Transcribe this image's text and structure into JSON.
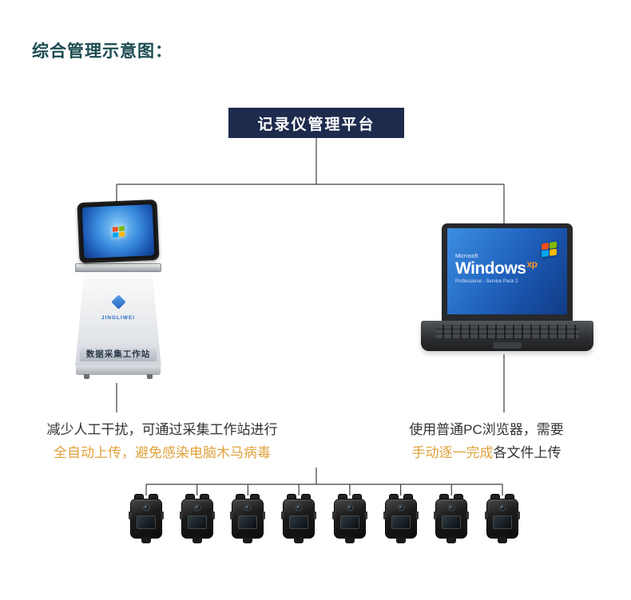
{
  "page": {
    "title": "综合管理示意图："
  },
  "platform": {
    "label": "记录仪管理平台"
  },
  "kiosk": {
    "brand": "JINGLIWEI",
    "label": "数据采集工作站"
  },
  "laptop": {
    "brand": "Microsoft",
    "os_name": "Windows",
    "os_version": "xp",
    "edition": "Professional - Service Pack 2"
  },
  "notes": {
    "left": {
      "line1": "减少人工干扰，可通过采集工作站进行",
      "line2": "全自动上传，避免感染电脑木马病毒"
    },
    "right": {
      "line1": "使用普通PC浏览器，需要",
      "line2_highlight": "手动逐一完成",
      "line2_rest": "各文件上传"
    }
  },
  "colors": {
    "title": "#1b4b50",
    "platform_bg": "#1e2b4d",
    "accent": "#dfa23e",
    "text": "#333333",
    "line": "#3f3f3f"
  }
}
